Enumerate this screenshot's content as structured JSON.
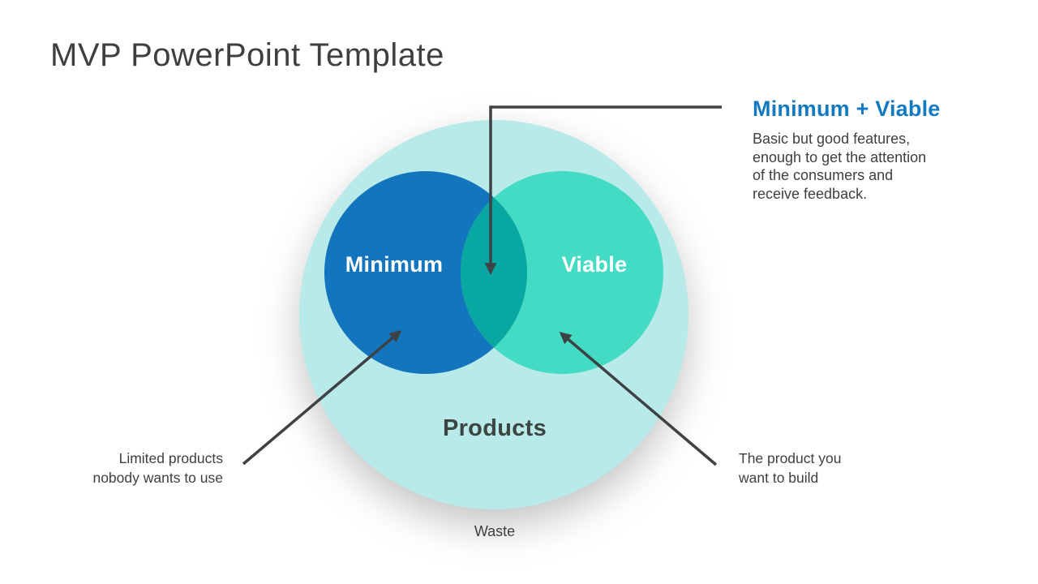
{
  "slide": {
    "title": "MVP PowerPoint Template"
  },
  "venn": {
    "outer_label": "Products",
    "outer_sublabel": "Waste",
    "left_circle_label": "Minimum",
    "right_circle_label": "Viable",
    "colors": {
      "outer": "#b7eae8",
      "left": "#1275bd",
      "right": "#43dbc3",
      "overlap": "#09a7a2",
      "arrow": "#3e4245",
      "heading_accent": "#147ac0",
      "text": "#3f3f3f"
    }
  },
  "annotations": {
    "mvp": {
      "heading": "Minimum + Viable",
      "lines": {
        "0": "Basic but good features,",
        "1": "enough to get the attention",
        "2": "of the consumers and",
        "3": "receive feedback."
      }
    },
    "minimum_note": {
      "lines": {
        "0": "Limited products",
        "1": "nobody wants to use"
      }
    },
    "viable_note": {
      "lines": {
        "0": "The product you",
        "1": "want to build"
      }
    }
  }
}
